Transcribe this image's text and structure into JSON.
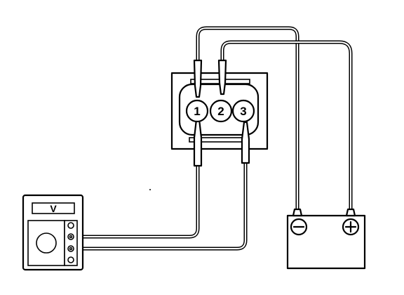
{
  "connector": {
    "pins": [
      {
        "label": "1"
      },
      {
        "label": "2"
      },
      {
        "label": "3"
      }
    ]
  },
  "voltmeter": {
    "label": "V"
  },
  "battery": {
    "negative_icon": "minus-terminal-icon",
    "positive_icon": "plus-terminal-icon"
  },
  "colors": {
    "line": "#000000",
    "background": "#ffffff"
  }
}
